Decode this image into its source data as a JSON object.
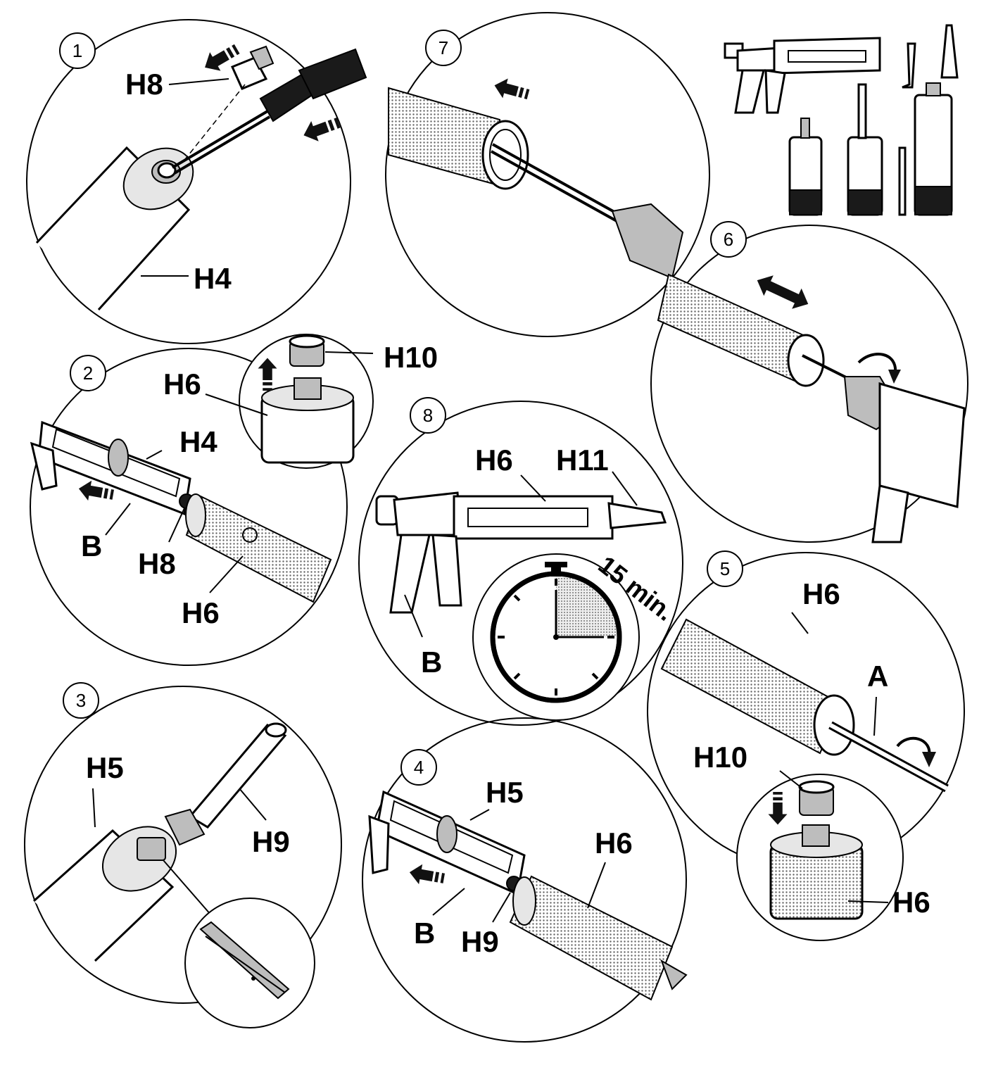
{
  "steps": {
    "s1": {
      "number": "1",
      "labels": [
        "H8",
        "H4"
      ]
    },
    "s2": {
      "number": "2",
      "labels": [
        "H6",
        "H10",
        "H4",
        "B",
        "H8",
        "H6"
      ]
    },
    "s3": {
      "number": "3",
      "labels": [
        "H5",
        "H9"
      ]
    },
    "s4": {
      "number": "4",
      "labels": [
        "H5",
        "H6",
        "B",
        "H9"
      ]
    },
    "s5": {
      "number": "5",
      "labels": [
        "H6",
        "A",
        "H10",
        "H6"
      ]
    },
    "s6": {
      "number": "6",
      "labels": []
    },
    "s7": {
      "number": "7",
      "labels": []
    },
    "s8": {
      "number": "8",
      "labels": [
        "H6",
        "H11",
        "B"
      ],
      "timer_text": "15 min."
    }
  },
  "icons": {
    "arrows": "push-arrow-icon",
    "rotate": "rotate-arrow-icon",
    "stopwatch": "stopwatch-icon",
    "screwdriver": "screwdriver-icon",
    "knife": "utility-knife-icon"
  }
}
